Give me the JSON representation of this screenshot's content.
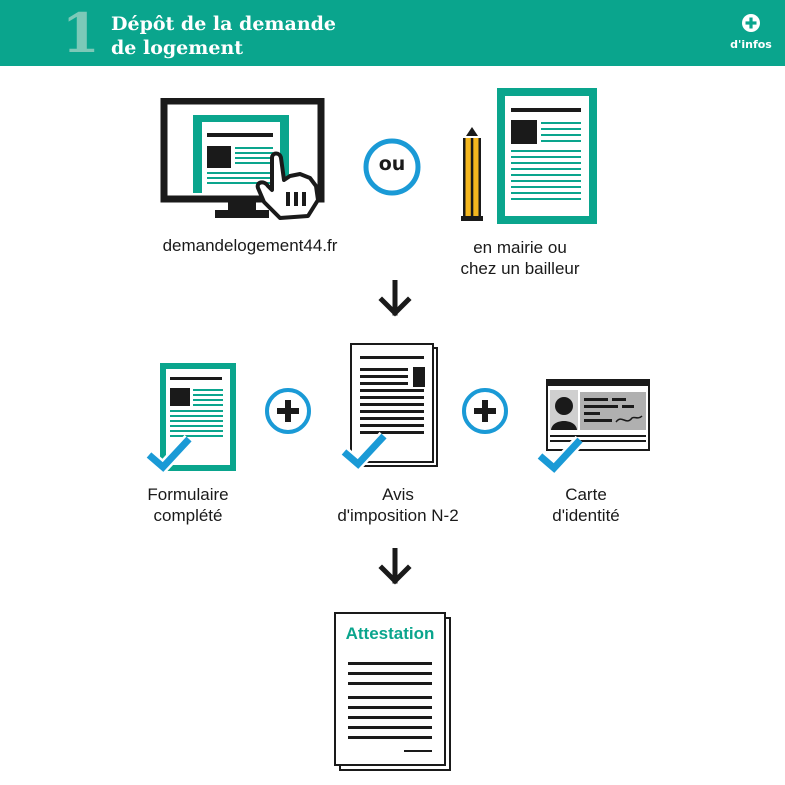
{
  "header": {
    "step_number": "1",
    "title_line1": "Dépôt de la demande",
    "title_line2": "de logement",
    "infos_label": "d'infos",
    "infos_icon": "plus-circle-icon",
    "color": "#0aa58d"
  },
  "step1": {
    "option_online_label": "demandelogement44.fr",
    "connector_label": "ou",
    "option_paper_line1": "en mairie ou",
    "option_paper_line2": "chez un bailleur"
  },
  "step2": {
    "doc1_line1": "Formulaire",
    "doc1_line2": "complété",
    "doc2_line1": "Avis",
    "doc2_line2": "d'imposition N-2",
    "doc3_line1": "Carte",
    "doc3_line2": "d'identité"
  },
  "result": {
    "title": "Attestation"
  },
  "colors": {
    "teal": "#0aa58d",
    "blue": "#1a9ad6",
    "pencil_yellow": "#f4b71f",
    "ink": "#1a1a1a"
  }
}
